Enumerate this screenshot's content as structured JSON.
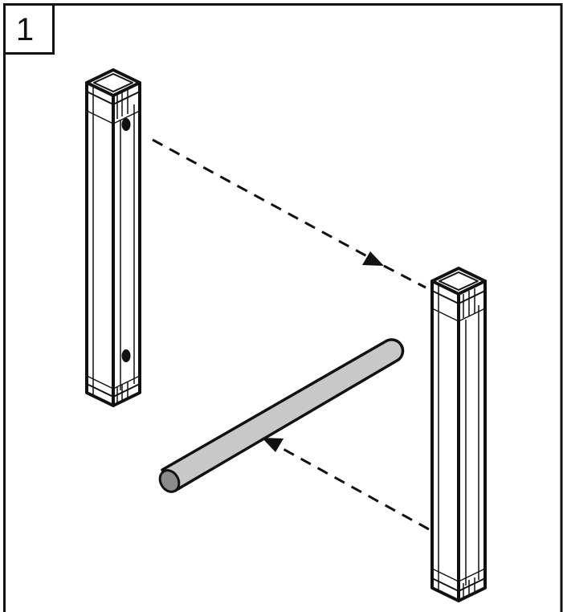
{
  "step": {
    "number": "1"
  },
  "colors": {
    "line": "#111111",
    "dowel_fill": "#c8c8c8",
    "dowel_end": "#8a8a8a",
    "background": "#ffffff"
  },
  "parts": {
    "left_leg": "leg-with-dowel-holes",
    "right_leg": "leg",
    "dowel": "round-rod"
  },
  "arrows": [
    "left-leg-to-right-leg",
    "right-leg-to-dowel"
  ]
}
